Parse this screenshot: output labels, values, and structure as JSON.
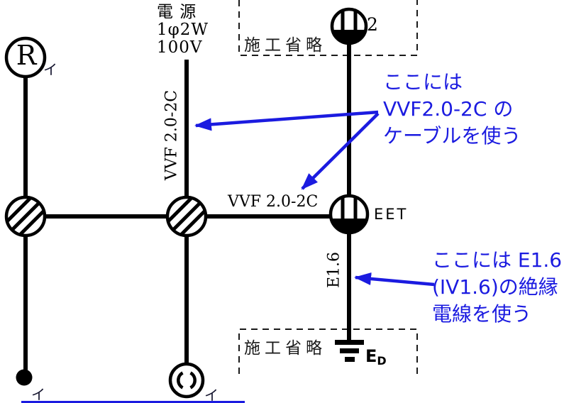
{
  "colors": {
    "line": "#000000",
    "annotation_blue": "#1b1be0",
    "omission_box": "#1a1a1a"
  },
  "power": {
    "name_label": "電 源",
    "phase_label": "1φ2W",
    "voltage_label": "100V"
  },
  "cables": {
    "source_vertical_label": "VVF 2.0-2C",
    "branch_horizontal_label": "VVF 2.0-2C",
    "ground_wire_label": "E1.6"
  },
  "devices": {
    "lamp_receptacle": {
      "letter": "R",
      "circuit_mark": "イ"
    },
    "switch": {
      "circuit_mark": "イ"
    },
    "ceiling_rosette": {
      "circuit_mark": "イ"
    },
    "outlet_top": {
      "quantity": "2"
    },
    "outlet_eet": {
      "label": "EET"
    },
    "earth": {
      "label_main": "E",
      "label_sub": "D"
    }
  },
  "omission_boxes": {
    "top_label": "施工省略",
    "bottom_label": "施工省略"
  },
  "notes": {
    "cable_note": {
      "line1": "ここには",
      "line2": "VVF2.0-2C の",
      "line3": "ケーブルを使う"
    },
    "wire_note": {
      "line1": "ここには E1.6",
      "line2": "(IV1.6)の絶縁",
      "line3": "電線を使う"
    }
  }
}
